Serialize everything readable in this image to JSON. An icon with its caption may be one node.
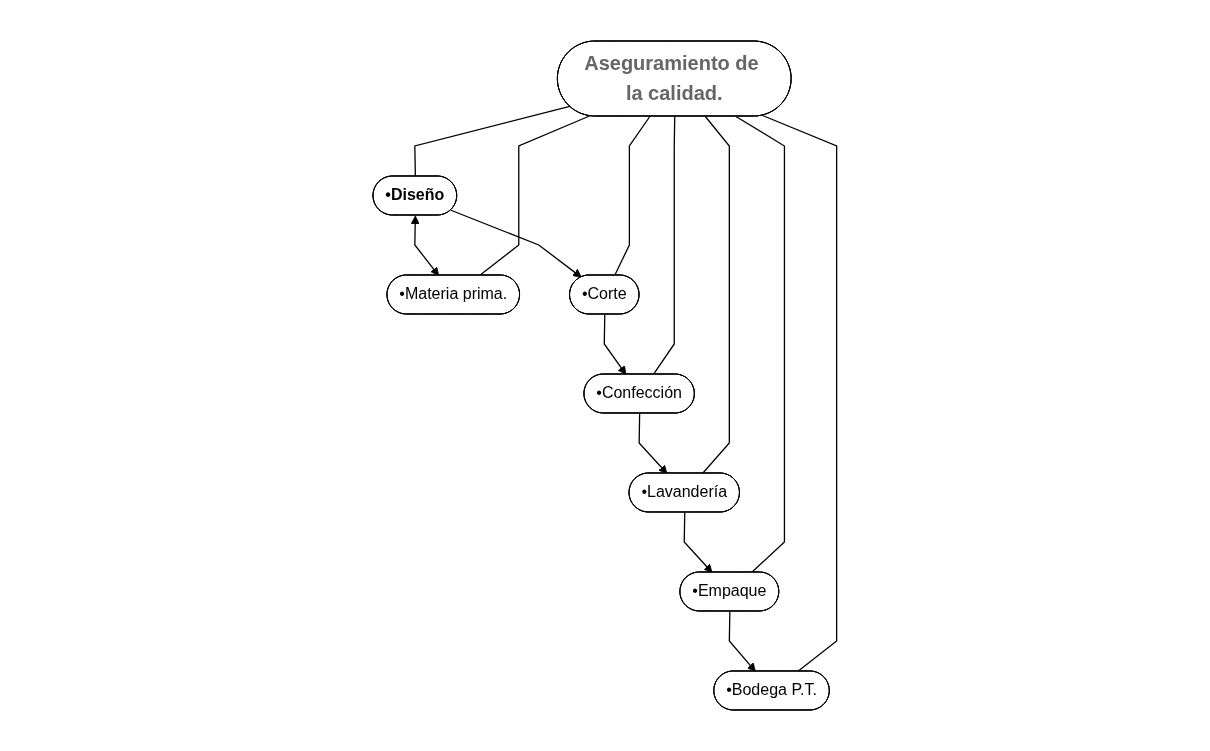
{
  "diagram": {
    "nodes": [
      {
        "text": [
          "•Diseño"
        ]
      },
      {
        "text": [
          "•Materia prima."
        ]
      },
      {
        "text": [
          "•Corte"
        ]
      },
      {
        "text": [
          "Aseguramiento de la calidad."
        ]
      },
      {
        "text": [
          "•Empaque"
        ]
      },
      {
        "text": [
          "•Confección"
        ]
      },
      {
        "text": [
          "•Lavandería"
        ]
      },
      {
        "text": [
          "•Bodega P.T."
        ]
      }
    ],
    "edges": [
      {
        "from": 0,
        "to": 1,
        "arrow": "both"
      },
      {
        "from": 0,
        "to": 2,
        "arrow": "to"
      },
      {
        "from": 2,
        "to": 5,
        "arrow": "to"
      },
      {
        "from": 5,
        "to": 6,
        "arrow": "to"
      },
      {
        "from": 6,
        "to": 4,
        "arrow": "to"
      },
      {
        "from": 4,
        "to": 7,
        "arrow": "to"
      },
      {
        "from": 3,
        "to": 0,
        "arrow": "none"
      },
      {
        "from": 3,
        "to": 1,
        "arrow": "none"
      },
      {
        "from": 3,
        "to": 2,
        "arrow": "none"
      },
      {
        "from": 3,
        "to": 4,
        "arrow": "none"
      },
      {
        "from": 3,
        "to": 5,
        "arrow": "none"
      },
      {
        "from": 3,
        "to": 6,
        "arrow": "none"
      },
      {
        "from": 3,
        "to": 7,
        "arrow": "none"
      }
    ]
  }
}
